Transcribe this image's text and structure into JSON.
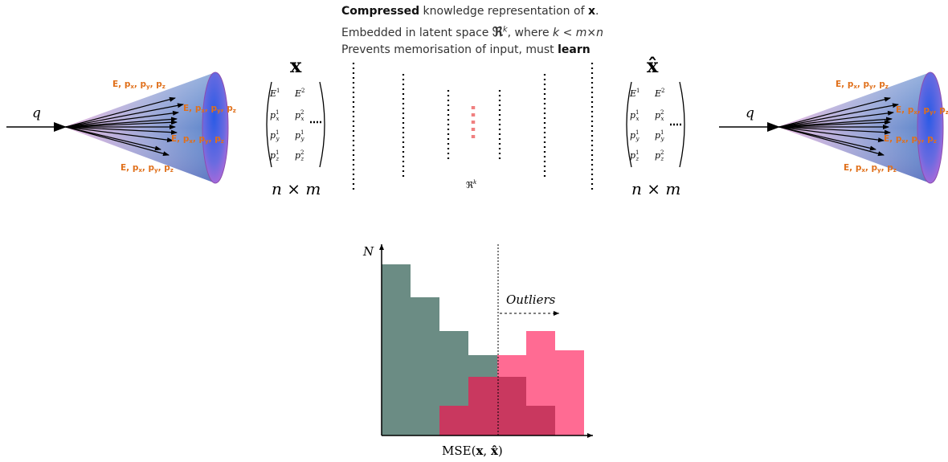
{
  "autoencoder": {
    "line1_bold": "Compressed",
    "line1_text": " knowledge representation of ",
    "line1_x": "x",
    "line1_end": ".",
    "line2_text": "Embedded in latent space ",
    "line2_space": "ℜ",
    "line2_space_sup": "k",
    "line2_mid": ", where ",
    "line2_k": "k",
    "line2_lt": " < ",
    "line2_mn": "m×n",
    "line3_text": "Prevents memorisation of input, must ",
    "line3_bold": "learn",
    "input_symbol": "x",
    "output_symbol": "x̂",
    "input_dims": "n × m",
    "output_dims": "n × m",
    "latent_label": "ℜ",
    "latent_label_sup": "k"
  },
  "matrix": {
    "row_labels": [
      [
        "E",
        "1",
        "",
        "E",
        "2",
        ""
      ],
      [
        "p",
        "1",
        "x",
        "p",
        "2",
        "x"
      ],
      [
        "p",
        "1",
        "y",
        "p",
        "1",
        "y"
      ],
      [
        "p",
        "1",
        "z",
        "p",
        "2",
        "z"
      ]
    ]
  },
  "jets": {
    "quark_label": "q",
    "four_momentum_label": "E, p",
    "four_momentum_full": "E, px, py, pz"
  },
  "histogram": {
    "y_axis_label": "N",
    "x_axis_label": "MSE(x, x̂)",
    "outliers_label": "Outliers"
  },
  "colors": {
    "background_hist": "#6b8c84",
    "signal_hist": "#ff5c8a",
    "overlap_hist": "#c9385f",
    "jet_label": "#e0701b",
    "latent_dots": "#f08080"
  }
}
